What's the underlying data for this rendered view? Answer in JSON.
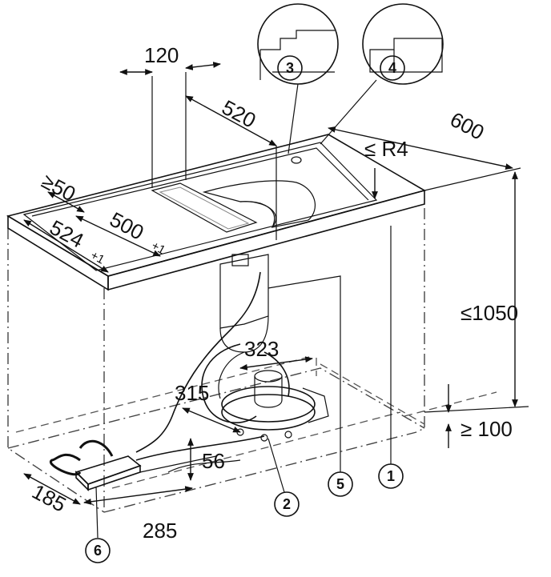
{
  "dimensions": {
    "d120": "120",
    "d520": "520",
    "d600": "600",
    "dR4": "≤ R4",
    "d50": "≥50",
    "d500": "500",
    "d500_tol": "+1",
    "d524": "524",
    "d524_tol": "+1",
    "d1050": "≤1050",
    "d323": "323",
    "d315": "315",
    "d56": "56",
    "d100": "≥ 100",
    "d185": "185",
    "d285": "285"
  },
  "callouts": [
    "1",
    "2",
    "3",
    "4",
    "5",
    "6"
  ]
}
